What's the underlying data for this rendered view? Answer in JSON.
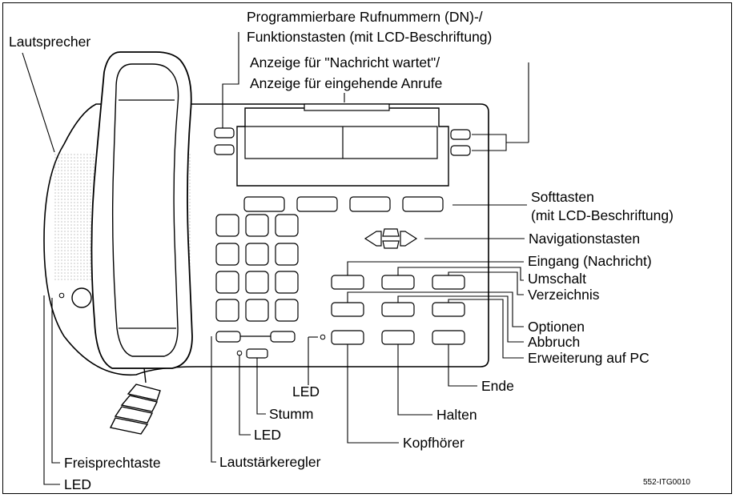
{
  "labels": {
    "speaker": "Lautsprecher",
    "programmable_line1": "Programmierbare Rufnummern (DN)-/",
    "programmable_line2": "Funktionstasten (mit LCD-Beschriftung)",
    "message_line1": "Anzeige für \"Nachricht wartet\"/",
    "message_line2": "Anzeige für eingehende Anrufe",
    "softkeys_line1": "Softtasten",
    "softkeys_line2": "(mit LCD-Beschriftung)",
    "navigation": "Navigationstasten",
    "inbox": "Eingang (Nachricht)",
    "shift": "Umschalt",
    "directory": "Verzeichnis",
    "options": "Optionen",
    "cancel": "Abbruch",
    "pc_expansion": "Erweiterung auf PC",
    "goodbye": "Ende",
    "hold": "Halten",
    "headset": "Kopfhörer",
    "led_headset": "LED",
    "mute": "Stumm",
    "led_mute": "LED",
    "handsfree": "Freisprechtaste",
    "led_handsfree": "LED",
    "volume": "Lautstärkeregler",
    "figure_id": "552-ITG0010"
  }
}
